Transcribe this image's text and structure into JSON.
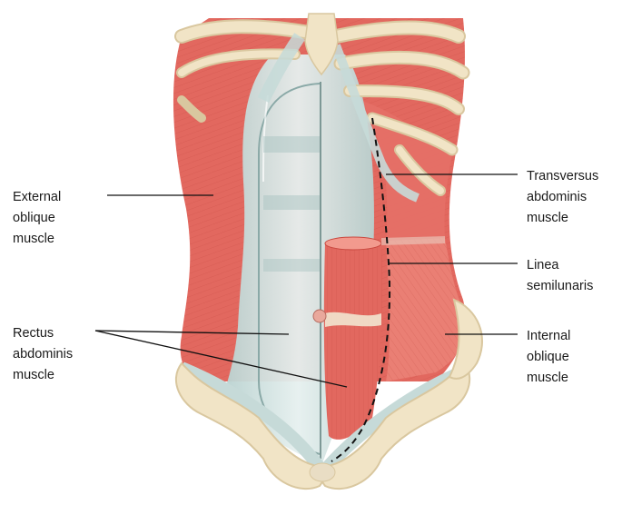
{
  "labels": {
    "external_oblique": [
      "External",
      "oblique",
      "muscle"
    ],
    "rectus_abdominis": [
      "Rectus",
      "abdominis",
      "muscle"
    ],
    "transversus_abdominis": [
      "Transversus",
      "abdominis",
      "muscle"
    ],
    "linea_semilunaris": [
      "Linea",
      "semilunaris"
    ],
    "internal_oblique": [
      "Internal",
      "oblique",
      "muscle"
    ]
  },
  "colors": {
    "muscle": "#e2685f",
    "muscle_dark": "#c9483f",
    "muscle_light": "#ee9288",
    "aponeurosis": "#cfe1e0",
    "aponeurosis_light": "#e3efee",
    "bone": "#f1e4c6",
    "bone_shadow": "#d9c79f",
    "leader_line": "#111111"
  }
}
